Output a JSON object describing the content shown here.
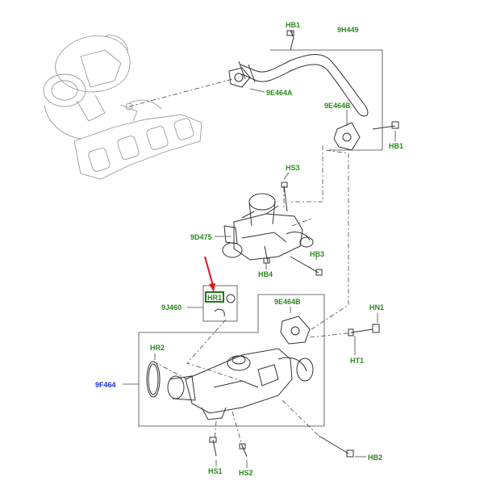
{
  "colors": {
    "label_green": "#2a8a1e",
    "label_blue": "#1a2fcc",
    "arrow_red": "#e0141e",
    "highlight_box": "#1d7a14"
  },
  "labels": {
    "hb1_top": "HB1",
    "9h449": "9H449",
    "9e464a": "9E464A",
    "9e464b_top": "9E464B",
    "hb1_right": "HB1",
    "hs3": "HS3",
    "9d475": "9D475",
    "hb3": "HB3",
    "hb4": "HB4",
    "hr1": "HR1",
    "9j460": "9J460",
    "9e464b_mid": "9E464B",
    "hn1": "HN1",
    "ht1": "HT1",
    "hr2": "HR2",
    "9f464": "9F464",
    "hs1": "HS1",
    "hs2": "HS2",
    "hb2": "HB2"
  }
}
